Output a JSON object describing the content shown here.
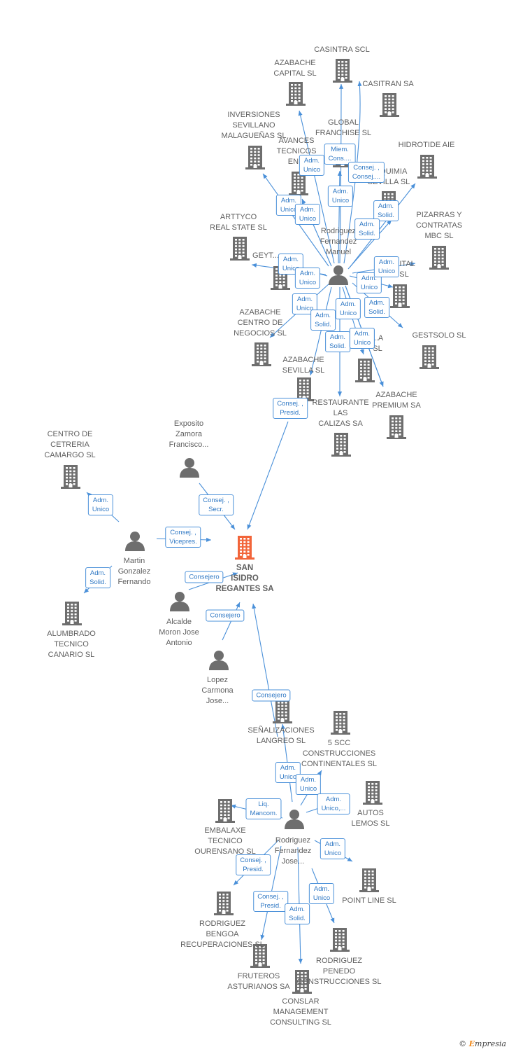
{
  "colors": {
    "edge": "#4a90d9",
    "company": "#6e6e6e",
    "company_center": "#f2653a",
    "person": "#6e6e6e",
    "label_text": "#5f5f5f",
    "badge_text": "#2f78c4"
  },
  "center": {
    "id": "san_isidro",
    "label": [
      "SAN",
      "ISIDRO",
      "REGANTES SA"
    ]
  },
  "nodes": [
    {
      "id": "san_isidro",
      "kind": "company",
      "center": true,
      "label": [
        "SAN",
        "ISIDRO",
        "REGANTES SA"
      ]
    },
    {
      "id": "rodriguez_manuel",
      "kind": "person",
      "label": [
        "Rodriguez",
        "Fernandez",
        "Manuel"
      ]
    },
    {
      "id": "rodriguez_jose",
      "kind": "person",
      "label": [
        "Rodriguez",
        "Fernandez",
        "Jose..."
      ]
    },
    {
      "id": "exposito",
      "kind": "person",
      "label": [
        "Exposito",
        "Zamora",
        "Francisco..."
      ]
    },
    {
      "id": "martin",
      "kind": "person",
      "label": [
        "Martin",
        "Gonzalez",
        "Fernando"
      ]
    },
    {
      "id": "alcalde",
      "kind": "person",
      "label": [
        "Alcalde",
        "Moron Jose",
        "Antonio"
      ]
    },
    {
      "id": "lopez",
      "kind": "person",
      "label": [
        "Lopez",
        "Carmona",
        "Jose..."
      ]
    },
    {
      "id": "casintra",
      "kind": "company",
      "label": [
        "CASINTRA SCL"
      ]
    },
    {
      "id": "azabache_capital",
      "kind": "company",
      "label": [
        "AZABACHE",
        "CAPITAL SL"
      ]
    },
    {
      "id": "casitran",
      "kind": "company",
      "label": [
        "CASITRAN SA"
      ]
    },
    {
      "id": "inversiones",
      "kind": "company",
      "label": [
        "INVERSIONES",
        "SEVILLANO",
        "MALAGUEÑAS SL"
      ]
    },
    {
      "id": "global_franchise",
      "kind": "company",
      "label": [
        "GLOBAL",
        "FRANCHISE SL"
      ]
    },
    {
      "id": "avances",
      "kind": "company",
      "label": [
        "AVANCES",
        "TECNICOS",
        "EN..."
      ]
    },
    {
      "id": "hidrotide",
      "kind": "company",
      "label": [
        "HIDROTIDE AIE"
      ]
    },
    {
      "id": "alquimia",
      "kind": "company",
      "label": [
        "ALQUIMIA",
        "SEVILLA SL"
      ]
    },
    {
      "id": "arttyco",
      "kind": "company",
      "label": [
        "ARTTYCO",
        "REAL STATE SL"
      ]
    },
    {
      "id": "pizarras",
      "kind": "company",
      "label": [
        "PIZARRAS Y",
        "CONTRATAS",
        "MBC SL"
      ]
    },
    {
      "id": "geyt",
      "kind": "company",
      "label": [
        "GEYT..."
      ]
    },
    {
      "id": "ita_sl",
      "kind": "company",
      "label": [
        "...ITAL",
        "SL"
      ]
    },
    {
      "id": "azabache_cn",
      "kind": "company",
      "label": [
        "AZABACHE",
        "CENTRO DE",
        "NEGOCIOS SL"
      ]
    },
    {
      "id": "gestsolo",
      "kind": "company",
      "label": [
        "GESTSOLO SL"
      ]
    },
    {
      "id": "azabache_sevilla",
      "kind": "company",
      "label": [
        "AZABACHE",
        "SEVILLA SL"
      ]
    },
    {
      "id": "a_sl",
      "kind": "company",
      "label": [
        "...A",
        "SL"
      ]
    },
    {
      "id": "restaurante",
      "kind": "company",
      "label": [
        "RESTAURANTE",
        "LAS",
        "CALIZAS SA"
      ]
    },
    {
      "id": "azabache_premium",
      "kind": "company",
      "label": [
        "AZABACHE",
        "PREMIUM SA"
      ]
    },
    {
      "id": "cetreria",
      "kind": "company",
      "label": [
        "CENTRO DE",
        "CETRERIA",
        "CAMARGO  SL"
      ]
    },
    {
      "id": "alumbrado",
      "kind": "company",
      "label": [
        "ALUMBRADO",
        "TECNICO",
        "CANARIO SL"
      ]
    },
    {
      "id": "senalizaciones",
      "kind": "company",
      "label": [
        "SEÑALIZACIONES",
        "LANGREO SL"
      ]
    },
    {
      "id": "cinco_scc",
      "kind": "company",
      "label": [
        "5 SCC",
        "CONSTRUCCIONES",
        "CONTINENTALES SL"
      ]
    },
    {
      "id": "autos_lemos",
      "kind": "company",
      "label": [
        "AUTOS",
        "LEMOS SL"
      ]
    },
    {
      "id": "embalaxe",
      "kind": "company",
      "label": [
        "EMBALAXE",
        "TECNICO",
        "OURENSANO SL"
      ]
    },
    {
      "id": "point_line",
      "kind": "company",
      "label": [
        "POINT LINE SL"
      ]
    },
    {
      "id": "rodriguez_bengoa",
      "kind": "company",
      "label": [
        "RODRIGUEZ",
        "BENGOA",
        "RECUPERACIONES SL"
      ]
    },
    {
      "id": "rodriguez_penedo",
      "kind": "company",
      "label": [
        "RODRIGUEZ",
        "PENEDO",
        "CONSTRUCCIONES SL"
      ]
    },
    {
      "id": "fruteros",
      "kind": "company",
      "label": [
        "FRUTEROS",
        "ASTURIANOS SA"
      ]
    },
    {
      "id": "conslar",
      "kind": "company",
      "label": [
        "CONSLAR",
        "MANAGEMENT",
        "CONSULTING SL"
      ]
    }
  ],
  "edges": [
    {
      "from": "rodriguez_manuel",
      "to": "san_isidro",
      "label": [
        "Consej. ,",
        "Presid."
      ]
    },
    {
      "from": "exposito",
      "to": "san_isidro",
      "label": [
        "Consej. ,",
        "Secr."
      ]
    },
    {
      "from": "martin",
      "to": "san_isidro",
      "label": [
        "Consej. ,",
        "Vicepres."
      ]
    },
    {
      "from": "martin",
      "to": "cetreria",
      "label": [
        "Adm.",
        "Unico"
      ]
    },
    {
      "from": "martin",
      "to": "alumbrado",
      "label": [
        "Adm.",
        "Solid."
      ]
    },
    {
      "from": "alcalde",
      "to": "san_isidro",
      "label": [
        "Consejero"
      ]
    },
    {
      "from": "lopez",
      "to": "san_isidro",
      "label": [
        "Consejero"
      ]
    },
    {
      "from": "rodriguez_jose",
      "to": "san_isidro",
      "label": [
        "Consejero"
      ]
    },
    {
      "from": "rodriguez_manuel",
      "to": "casintra",
      "label": [
        "Miem.",
        "Cons...."
      ]
    },
    {
      "from": "rodriguez_manuel",
      "to": "azabache_capital",
      "label": [
        "Adm.",
        "Unico"
      ]
    },
    {
      "from": "rodriguez_manuel",
      "to": "casitran",
      "label": [
        "Consej. ,",
        "Consej...."
      ]
    },
    {
      "from": "rodriguez_manuel",
      "to": "inversiones",
      "label": [
        "Adm.",
        "Unico"
      ]
    },
    {
      "from": "rodriguez_manuel",
      "to": "global_franchise",
      "label": [
        "Adm.",
        "Unico"
      ]
    },
    {
      "from": "rodriguez_manuel",
      "to": "avances",
      "label": [
        "Adm.",
        "Unico"
      ]
    },
    {
      "from": "rodriguez_manuel",
      "to": "hidrotide",
      "label": [
        "Adm.",
        "Solid."
      ]
    },
    {
      "from": "rodriguez_manuel",
      "to": "alquimia",
      "label": [
        "Adm.",
        "Solid."
      ]
    },
    {
      "from": "rodriguez_manuel",
      "to": "geyt",
      "label": [
        "Adm.",
        "Unico"
      ]
    },
    {
      "from": "rodriguez_manuel",
      "to": "arttyco",
      "label": [
        "Adm.",
        "Unico"
      ]
    },
    {
      "from": "rodriguez_manuel",
      "to": "ita_sl",
      "label": [
        "Adm.",
        "Unico"
      ]
    },
    {
      "from": "rodriguez_manuel",
      "to": "pizarras",
      "label": [
        "Adm.",
        "Unico"
      ]
    },
    {
      "from": "rodriguez_manuel",
      "to": "azabache_cn",
      "label": [
        "Adm.",
        "Unico"
      ]
    },
    {
      "from": "rodriguez_manuel",
      "to": "gestsolo",
      "label": [
        "Adm.",
        "Solid."
      ]
    },
    {
      "from": "rodriguez_manuel",
      "to": "azabache_sevilla",
      "label": [
        "Adm.",
        "Solid."
      ]
    },
    {
      "from": "rodriguez_manuel",
      "to": "a_sl",
      "label": [
        "Adm.",
        "Unico"
      ]
    },
    {
      "from": "rodriguez_manuel",
      "to": "restaurante",
      "label": [
        "Adm.",
        "Solid."
      ]
    },
    {
      "from": "rodriguez_manuel",
      "to": "azabache_premium",
      "label": [
        "Adm.",
        "Unico"
      ]
    },
    {
      "from": "rodriguez_manuel",
      "to": "azabache_premium",
      "label": [
        "Adm.",
        "Unico"
      ]
    },
    {
      "from": "rodriguez_jose",
      "to": "senalizaciones",
      "label": [
        "Adm.",
        "Unico"
      ]
    },
    {
      "from": "rodriguez_jose",
      "to": "cinco_scc",
      "label": [
        "Adm.",
        "Unico"
      ]
    },
    {
      "from": "rodriguez_jose",
      "to": "autos_lemos",
      "label": [
        "Adm.",
        "Unico,..."
      ]
    },
    {
      "from": "rodriguez_jose",
      "to": "embalaxe",
      "label": [
        "Liq.",
        "Mancom."
      ]
    },
    {
      "from": "rodriguez_jose",
      "to": "point_line",
      "label": [
        "Adm.",
        "Unico"
      ]
    },
    {
      "from": "rodriguez_jose",
      "to": "rodriguez_bengoa",
      "label": [
        "Consej. ,",
        "Presid."
      ]
    },
    {
      "from": "rodriguez_jose",
      "to": "fruteros",
      "label": [
        "Consej. ,",
        "Presid."
      ]
    },
    {
      "from": "rodriguez_jose",
      "to": "rodriguez_penedo",
      "label": [
        "Adm.",
        "Unico"
      ]
    },
    {
      "from": "rodriguez_jose",
      "to": "conslar",
      "label": [
        "Adm.",
        "Solid."
      ]
    }
  ],
  "footer": {
    "copyright": "©",
    "brand_initial": "E",
    "brand_rest": "mpresia"
  }
}
